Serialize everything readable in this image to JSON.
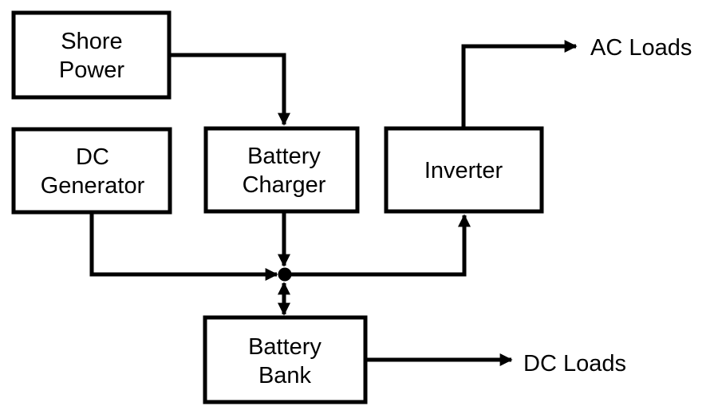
{
  "diagram": {
    "type": "block-diagram",
    "blocks": [
      {
        "id": "shore_power",
        "lines": [
          "Shore",
          "Power"
        ]
      },
      {
        "id": "dc_generator",
        "lines": [
          "DC",
          "Generator"
        ]
      },
      {
        "id": "battery_charger",
        "lines": [
          "Battery",
          "Charger"
        ]
      },
      {
        "id": "inverter",
        "lines": [
          "Inverter"
        ]
      },
      {
        "id": "battery_bank",
        "lines": [
          "Battery",
          "Bank"
        ]
      }
    ],
    "outputs": {
      "ac_loads": "AC Loads",
      "dc_loads": "DC Loads"
    },
    "connections": [
      {
        "from": "shore_power",
        "to": "battery_charger",
        "direction": "forward"
      },
      {
        "from": "battery_charger",
        "to": "junction",
        "direction": "forward"
      },
      {
        "from": "dc_generator",
        "to": "junction",
        "direction": "forward"
      },
      {
        "from": "junction",
        "to": "inverter",
        "direction": "forward"
      },
      {
        "from": "junction",
        "to": "battery_bank",
        "direction": "bidirectional"
      },
      {
        "from": "inverter",
        "to": "ac_loads",
        "direction": "forward"
      },
      {
        "from": "battery_bank",
        "to": "dc_loads",
        "direction": "forward"
      }
    ],
    "colors": {
      "stroke": "#000000",
      "background": "#ffffff"
    }
  }
}
